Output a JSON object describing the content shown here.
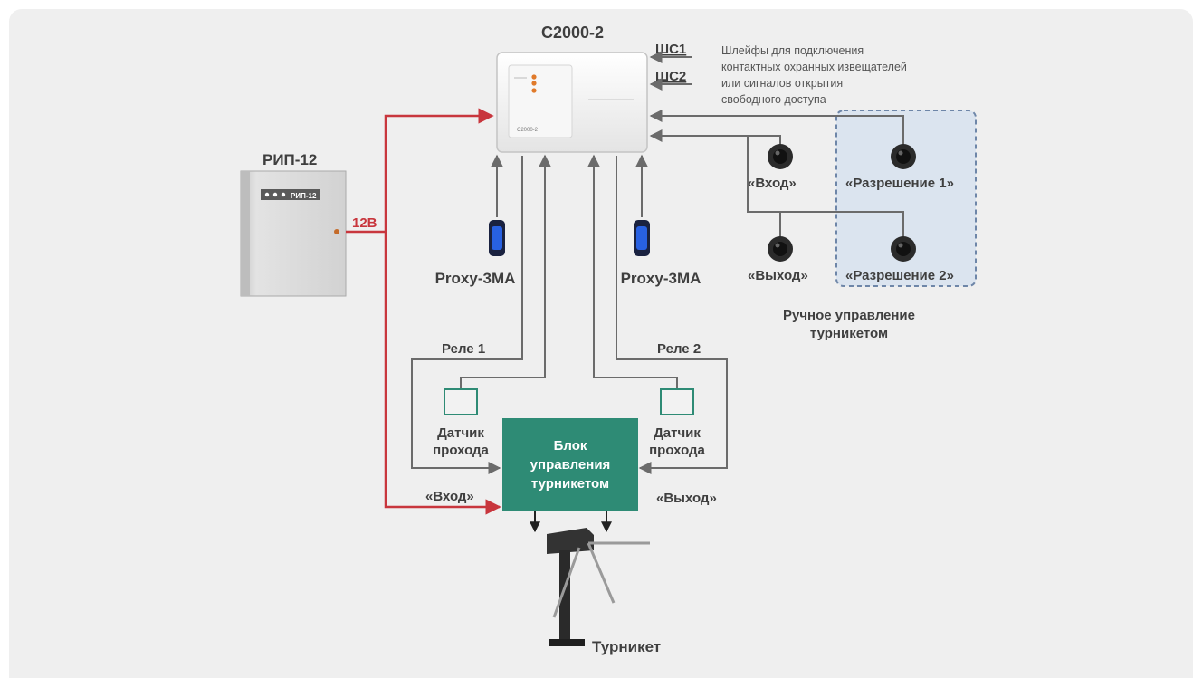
{
  "colors": {
    "background": "#efefef",
    "wire": "#6b6b6b",
    "power_wire": "#c8363d",
    "control_block": "#2e8b75",
    "manual_zone": "#dbe4ef",
    "manual_zone_border": "#6e86a8",
    "text": "#3f3f3f"
  },
  "controller": {
    "title": "С2000-2",
    "front_label": "С2000-2"
  },
  "loops": {
    "shs1": "ШС1",
    "shs2": "ШС2",
    "note_lines": [
      "Шлейфы для подключения",
      "контактных охранных извещателей",
      "или сигналов открытия",
      "свободного доступа"
    ]
  },
  "power_supply": {
    "title": "РИП-12",
    "front_label": "РИП-12",
    "voltage": "12В"
  },
  "readers": {
    "left": "Proxy-3MA",
    "right": "Proxy-3MA"
  },
  "buttons": {
    "entry": "«Вход»",
    "exit": "«Выход»",
    "permission1": "«Разрешение 1»",
    "permission2": "«Разрешение 2»",
    "manual_caption_lines": [
      "Ручное управление",
      "турникетом"
    ]
  },
  "relays": {
    "relay1": "Реле 1",
    "relay2": "Реле 2"
  },
  "sensors": {
    "left_lines": [
      "Датчик",
      "прохода"
    ],
    "right_lines": [
      "Датчик",
      "прохода"
    ]
  },
  "control_block": {
    "lines": [
      "Блок",
      "управления",
      "турникетом"
    ]
  },
  "signals": {
    "entry": "«Вход»",
    "exit": "«Выход»"
  },
  "turnstile": {
    "label": "Турникет"
  }
}
